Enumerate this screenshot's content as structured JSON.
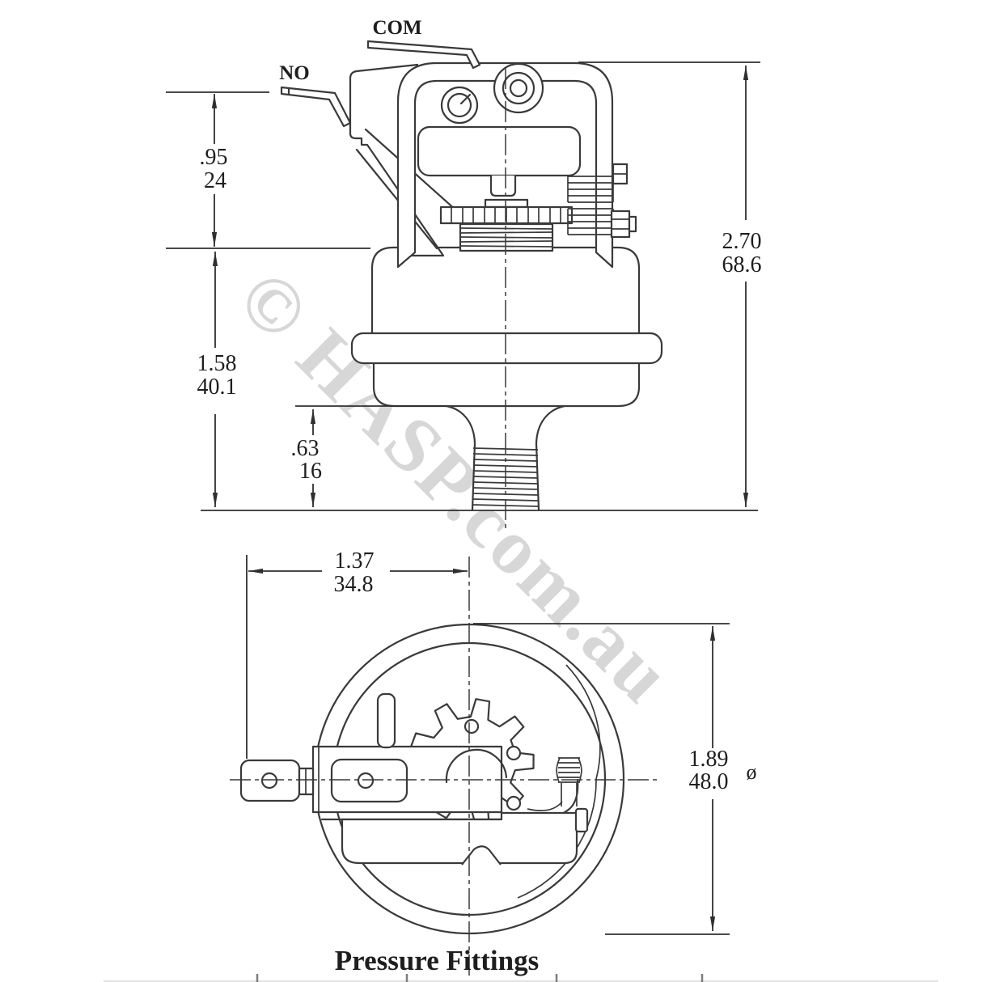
{
  "colors": {
    "line": "#3a3a3a",
    "dimension": "#2f2f2f",
    "background": "#ffffff",
    "watermark": "#d7d7d7",
    "table_tick": "#7d7d7d"
  },
  "watermark": {
    "text": "© HASP.com.au"
  },
  "caption": {
    "title": "Pressure Fittings"
  },
  "side_view": {
    "labels": {
      "com": "COM",
      "no": "NO"
    },
    "dimensions": {
      "d95": {
        "inches": ".95",
        "mm": "24"
      },
      "d158": {
        "inches": "1.58",
        "mm": "40.1"
      },
      "d63": {
        "inches": ".63",
        "mm": "16"
      },
      "d270": {
        "inches": "2.70",
        "mm": "68.6"
      }
    }
  },
  "bottom_view": {
    "dimensions": {
      "d137": {
        "inches": "1.37",
        "mm": "34.8"
      },
      "d189": {
        "inches": "1.89",
        "mm": "48.0",
        "symbol": "ø"
      }
    }
  }
}
